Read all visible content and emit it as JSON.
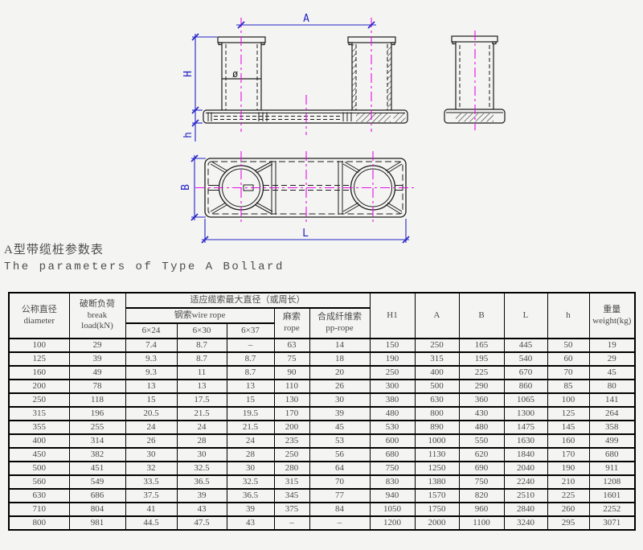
{
  "page": {
    "background": "#f4f4f2"
  },
  "drawing": {
    "colors": {
      "outline": "#1b1b1b",
      "dimension": "#2323c8",
      "centerline": "#e80ce8"
    },
    "labels": {
      "a": "A",
      "h_upper": "H",
      "h_lower": "h",
      "b": "B",
      "l": "L",
      "phi": "ø"
    }
  },
  "title": {
    "zh": "A型带缆桩参数表",
    "en": "The parameters of Type A Bollard"
  },
  "table": {
    "header": {
      "diameter_zh": "公称直径",
      "diameter_en": "diameter",
      "break_zh": "破断负荷",
      "break_en": "break",
      "break_unit": "load(kN)",
      "group": "适应缆索最大直径（或周长）",
      "wire_rope": "钢索wire rope",
      "wire_624": "6×24",
      "wire_630": "6×30",
      "wire_637": "6×37",
      "hemp_zh": "麻索",
      "hemp_en": "rope",
      "pp_zh": "合成纤维索",
      "pp_en": "pp-rope",
      "h1": "H1",
      "a": "A",
      "b": "B",
      "l": "L",
      "h": "h",
      "weight_zh": "重量",
      "weight_en": "weight(kg)"
    },
    "rows": [
      [
        "100",
        "29",
        "7.4",
        "8.7",
        "–",
        "63",
        "14",
        "150",
        "250",
        "165",
        "445",
        "50",
        "19"
      ],
      [
        "125",
        "39",
        "9.3",
        "8.7",
        "8.7",
        "75",
        "18",
        "190",
        "315",
        "195",
        "540",
        "60",
        "29"
      ],
      [
        "160",
        "49",
        "9.3",
        "11",
        "8.7",
        "90",
        "20",
        "250",
        "400",
        "225",
        "670",
        "70",
        "45"
      ],
      [
        "200",
        "78",
        "13",
        "13",
        "13",
        "110",
        "26",
        "300",
        "500",
        "290",
        "860",
        "85",
        "80"
      ],
      [
        "250",
        "118",
        "15",
        "17.5",
        "15",
        "130",
        "30",
        "380",
        "630",
        "360",
        "1065",
        "100",
        "141"
      ],
      [
        "315",
        "196",
        "20.5",
        "21.5",
        "19.5",
        "170",
        "39",
        "480",
        "800",
        "430",
        "1300",
        "125",
        "264"
      ],
      [
        "355",
        "255",
        "24",
        "24",
        "21.5",
        "200",
        "45",
        "530",
        "890",
        "480",
        "1475",
        "145",
        "358"
      ],
      [
        "400",
        "314",
        "26",
        "28",
        "24",
        "235",
        "53",
        "600",
        "1000",
        "550",
        "1630",
        "160",
        "499"
      ],
      [
        "450",
        "382",
        "30",
        "30",
        "28",
        "250",
        "56",
        "680",
        "1130",
        "620",
        "1840",
        "170",
        "680"
      ],
      [
        "500",
        "451",
        "32",
        "32.5",
        "30",
        "280",
        "64",
        "750",
        "1250",
        "690",
        "2040",
        "190",
        "911"
      ],
      [
        "560",
        "549",
        "33.5",
        "36.5",
        "32.5",
        "315",
        "70",
        "830",
        "1380",
        "750",
        "2240",
        "210",
        "1208"
      ],
      [
        "630",
        "686",
        "37.5",
        "39",
        "36.5",
        "345",
        "77",
        "940",
        "1570",
        "820",
        "2510",
        "225",
        "1601"
      ],
      [
        "710",
        "804",
        "41",
        "43",
        "39",
        "375",
        "84",
        "1050",
        "1750",
        "960",
        "2840",
        "260",
        "2252"
      ],
      [
        "800",
        "981",
        "44.5",
        "47.5",
        "43",
        "–",
        "–",
        "1200",
        "2000",
        "1100",
        "3240",
        "295",
        "3071"
      ]
    ]
  }
}
